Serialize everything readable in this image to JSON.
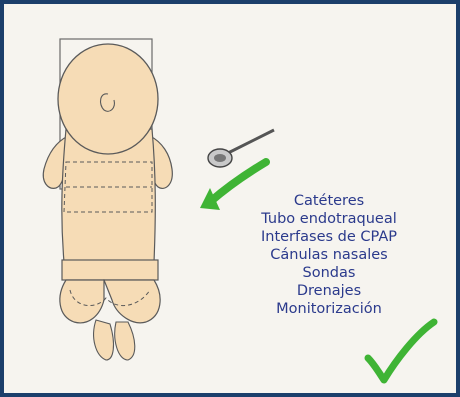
{
  "labels": [
    "Catéteres",
    "Tubo endotraqueal",
    "Interfases de CPAP",
    "Cánulas nasales",
    "Sondas",
    "Drenajes",
    "Monitorización"
  ],
  "colors": {
    "frame": "#1c3f6b",
    "paper": "#f6f4ef",
    "text": "#2b3a8c",
    "skin": "#f6dcb6",
    "outline": "#5a5a5a",
    "check": "#3fb435"
  },
  "icons": [
    "infant-illustration",
    "stethoscope-icon",
    "arrow-icon",
    "checkmark-icon"
  ]
}
